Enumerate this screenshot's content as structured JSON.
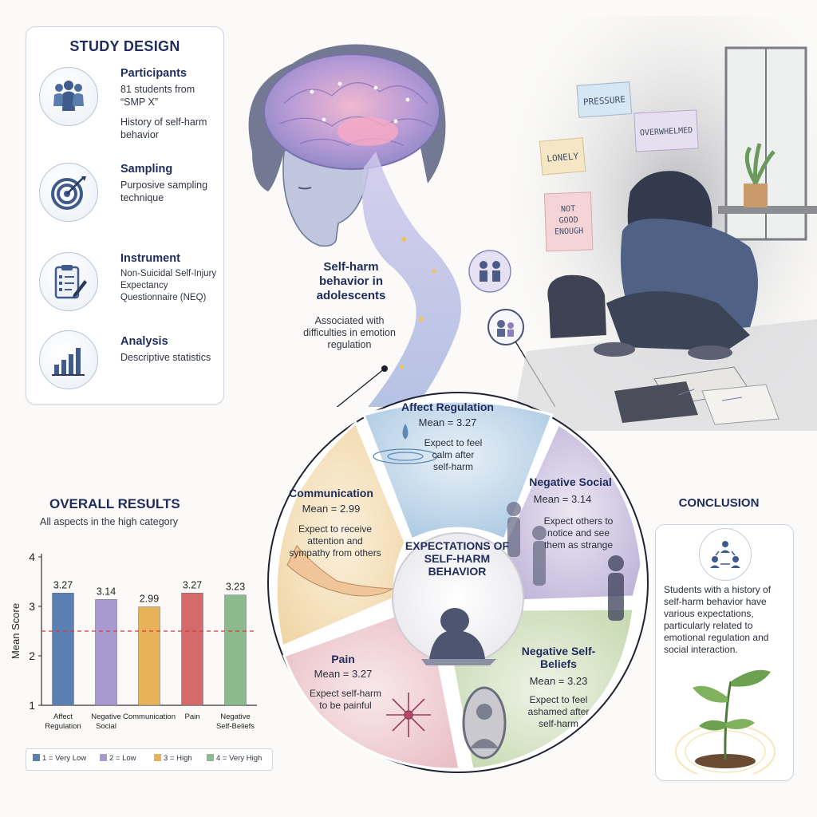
{
  "study_design": {
    "title": "STUDY DESIGN",
    "items": [
      {
        "icon": "participants-icon",
        "heading": "Participants",
        "lines": [
          "81 students from",
          "“SMP X”"
        ],
        "extra": "History of self-harm behavior"
      },
      {
        "icon": "target-icon",
        "heading": "Sampling",
        "lines": [
          "Purposive sampling technique"
        ]
      },
      {
        "icon": "clipboard-icon",
        "heading": "Instrument",
        "lines": [
          "Non-Suicidal Self-Injury Expectancy Questionnaire (NEQ)"
        ]
      },
      {
        "icon": "bar-chart-icon",
        "heading": "Analysis",
        "lines": [
          "Descriptive statistics"
        ]
      }
    ]
  },
  "overall": {
    "title": "OVERALL RESULTS",
    "subtitle": "All aspects in the high category"
  },
  "chart_data": {
    "type": "bar",
    "categories": [
      "Affect Regulation",
      "Negative Social",
      "Communication",
      "Pain",
      "Negative Self-Beliefs"
    ],
    "category_lines": [
      [
        "Affect",
        "Regulation"
      ],
      [
        "Negative",
        "Social"
      ],
      [
        "Communication"
      ],
      [
        "Pain"
      ],
      [
        "Negative",
        "Self-Beliefs"
      ]
    ],
    "values": [
      3.27,
      3.14,
      2.99,
      3.27,
      3.23
    ],
    "value_labels": [
      "3.27",
      "3.14",
      "2.99",
      "3.27",
      "3.23"
    ],
    "ylabel": "Mean Score",
    "ylim": [
      1,
      4
    ],
    "yticks": [
      1,
      2,
      3,
      4
    ],
    "reference_line": 2.5,
    "colors": [
      "#5b7fb3",
      "#a89ad0",
      "#e8b25a",
      "#d46a6a",
      "#8cba8e"
    ],
    "legend": [
      {
        "label": "1 = Very Low",
        "color": "#5b7fb3"
      },
      {
        "label": "2 = Low",
        "color": "#a89ad0"
      },
      {
        "label": "3 = High",
        "color": "#e8b25a"
      },
      {
        "label": "4 = Very High",
        "color": "#8cba8e"
      }
    ],
    "legend_position": "bottom"
  },
  "selfharm": {
    "title": "Self-harm behavior in adolescents",
    "subtitle": "Associated with difficulties in emotion regulation"
  },
  "scene": {
    "notes": [
      "PRESSURE",
      "OVERWHELMED",
      "LONELY",
      "NOT GOOD ENOUGH"
    ]
  },
  "wheel": {
    "center": "EXPECTATIONS OF SELF-HARM BEHAVIOR",
    "segments": {
      "affect": {
        "title": "Affect Regulation",
        "mean": "Mean = 3.27",
        "desc": "Expect to feel calm after self-harm"
      },
      "social": {
        "title": "Negative Social",
        "mean": "Mean = 3.14",
        "desc": "Expect others to notice and see them as strange"
      },
      "communication": {
        "title": "Communication",
        "mean": "Mean = 2.99",
        "desc": "Expect to receive attention and sympathy from others"
      },
      "pain": {
        "title": "Pain",
        "mean": "Mean = 3.27",
        "desc": "Expect self-harm to be painful"
      },
      "beliefs": {
        "title": "Negative Self-Beliefs",
        "mean": "Mean = 3.23",
        "desc": "Expect to feel ashamed after self-harm"
      }
    }
  },
  "conclusion": {
    "title": "CONCLUSION",
    "text": "Students with a history of self-harm behavior have various expectations, particularly related to emotional regulation and social interaction."
  }
}
